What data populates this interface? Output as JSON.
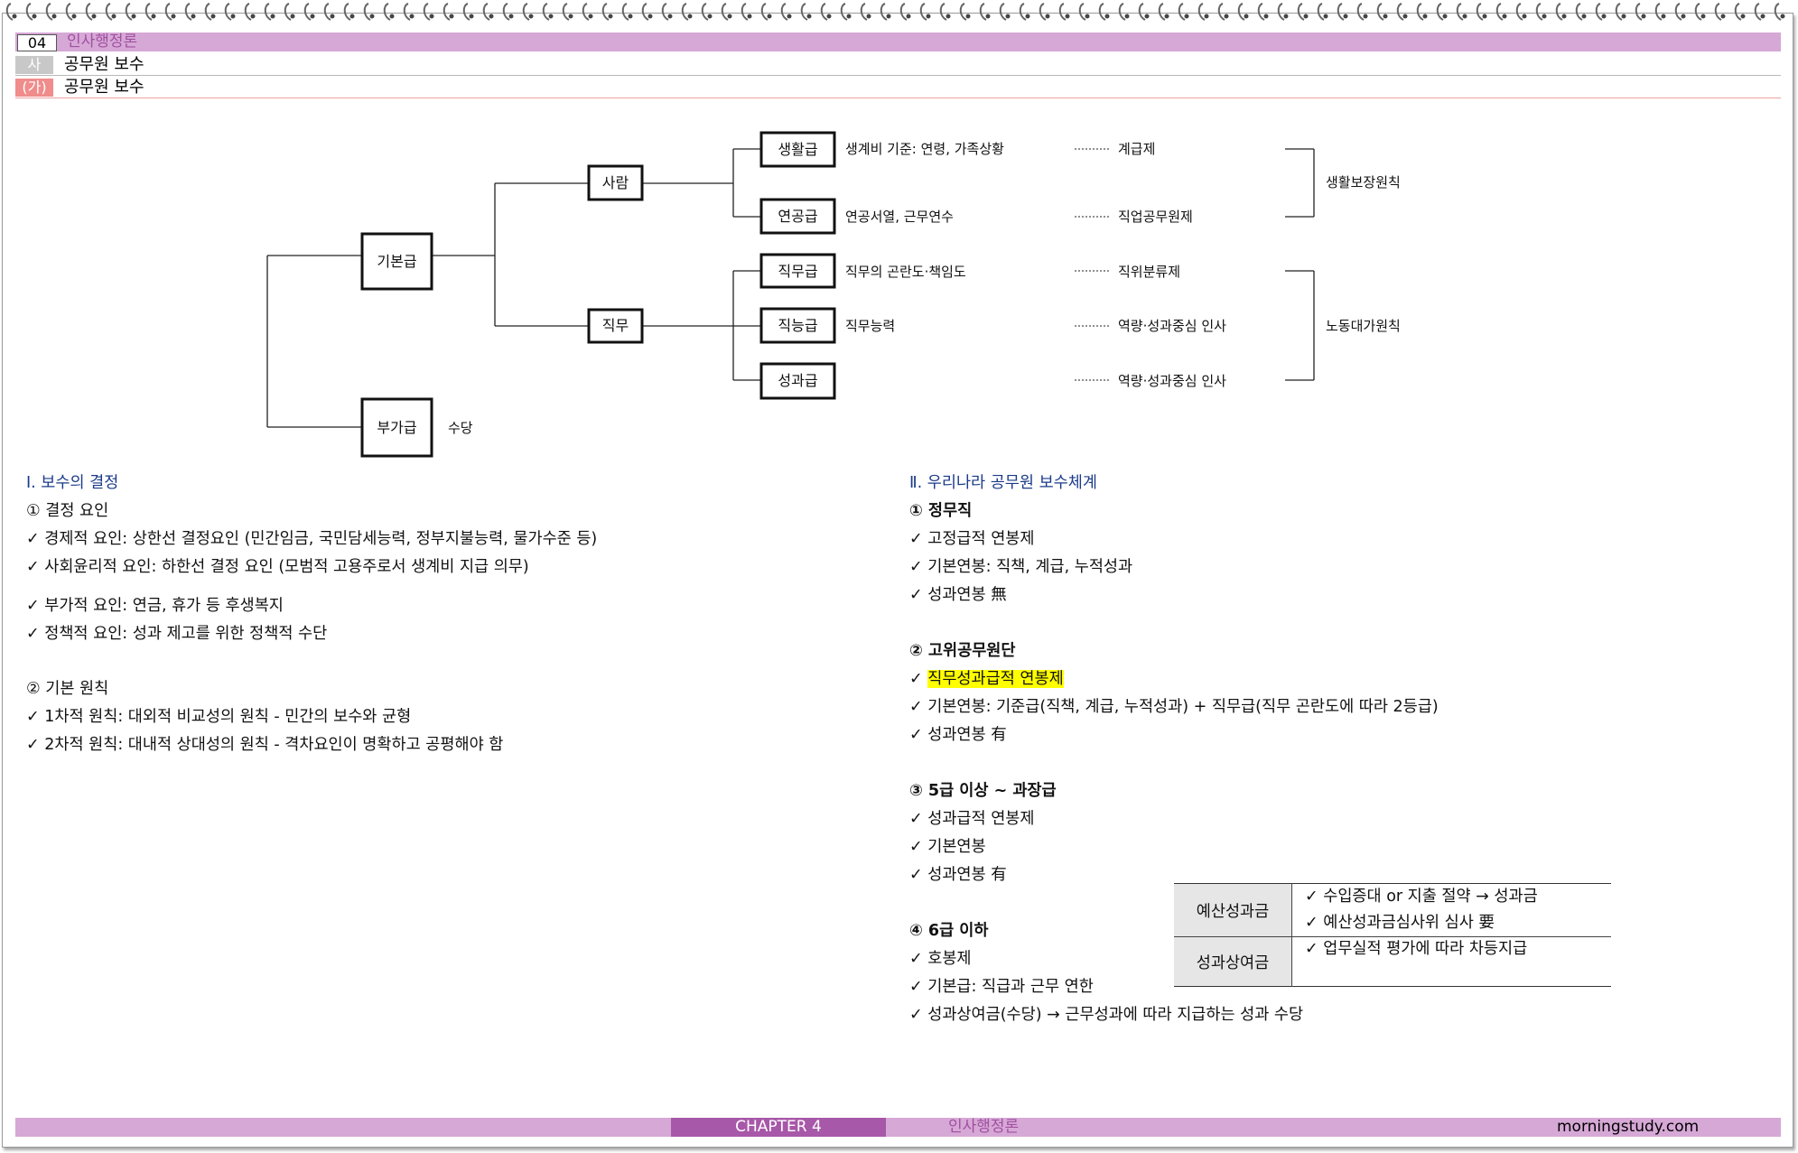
{
  "header": {
    "chapter_num": "04",
    "chapter_title": "인사행정론",
    "section_tag": "사",
    "section_title": "공무원 보수",
    "subsection_tag": "(가)",
    "subsection_title": "공무원 보수"
  },
  "diagram": {
    "basic_pay": "기본급",
    "extra_pay": "부가급",
    "allowance": "수당",
    "person": "사람",
    "job": "직무",
    "living_pay": "생활급",
    "living_desc": "생계비 기준: 연령, 가족상황",
    "living_sys": "계급제",
    "seniority_pay": "연공급",
    "seniority_desc": "연공서열, 근무연수",
    "seniority_sys": "직업공무원제",
    "duty_pay": "직무급",
    "duty_desc": "직무의 곤란도·책임도",
    "duty_sys": "직위분류제",
    "skill_pay": "직능급",
    "skill_desc": "직무능력",
    "skill_sys": "역량·성과중심 인사",
    "perf_pay": "성과급",
    "perf_sys": "역량·성과중심 인사",
    "principle_living": "생활보장원칙",
    "principle_labor": "노동대가원칙"
  },
  "left": {
    "title": "Ⅰ. 보수의 결정",
    "sub1": "① 결정 요인",
    "item1": "✓ 경제적 요인: 상한선 결정요인 (민간임금, 국민담세능력, 정부지불능력, 물가수준 등)",
    "item2": "✓ 사회윤리적 요인: 하한선 결정 요인 (모범적 고용주로서 생계비 지급 의무)",
    "item3": "✓ 부가적 요인: 연금, 휴가 등 후생복지",
    "item4": "✓ 정책적 요인: 성과 제고를 위한 정책적 수단",
    "sub2": "② 기본 원칙",
    "item5": "✓ 1차적 원칙: 대외적 비교성의 원칙 - 민간의 보수와 균형",
    "item6": "✓ 2차적 원칙: 대내적 상대성의 원칙 - 격차요인이 명확하고 공평해야 함"
  },
  "right": {
    "title": "Ⅱ. 우리나라 공무원 보수체계",
    "s1": "① 정무직",
    "s1a": "✓ 고정급적 연봉제",
    "s1b": "✓ 기본연봉: 직책, 계급, 누적성과",
    "s1c": "✓ 성과연봉 無",
    "s2": "② 고위공무원단",
    "s2a_check": "✓ ",
    "s2a": "직무성과급적 연봉제",
    "s2b": "✓ 기본연봉: 기준급(직책, 계급, 누적성과) + 직무급(직무 곤란도에 따라 2등급)",
    "s2c": "✓ 성과연봉 有",
    "s3": "③ 5급 이상 ~ 과장급",
    "s3a": "✓ 성과급적 연봉제",
    "s3b": "✓ 기본연봉",
    "s3c": "✓ 성과연봉 有",
    "s4": "④ 6급 이하",
    "s4a": "✓ 호봉제",
    "s4b": "✓ 기본급: 직급과 근무 연한",
    "s4c": "✓ 성과상여금(수당) → 근무성과에 따라 지급하는 성과 수당"
  },
  "table": {
    "row1_label": "예산성과금",
    "row1_a": "✓ 수입증대 or 지출 절약 → 성과금",
    "row1_b": "✓ 예산성과금심사위 심사 要",
    "row2_label": "성과상여금",
    "row2_a": "✓ 업무실적 평가에 따라 차등지급"
  },
  "footer": {
    "chapter": "CHAPTER 4",
    "title": "인사행정론",
    "site": "morningstudy.com"
  },
  "colors": {
    "header_band": "#d6a8d6",
    "chapter_band": "#a858a8",
    "heading_blue": "#1a3a8a",
    "highlight": "#ffff00"
  }
}
